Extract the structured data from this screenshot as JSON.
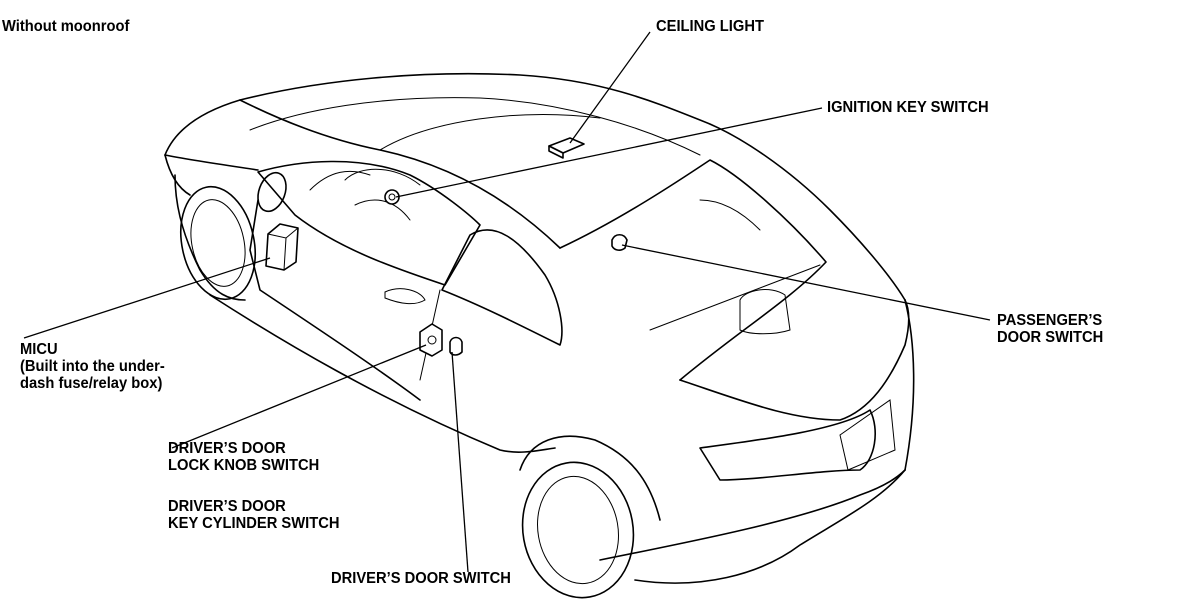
{
  "variant": "Without moonroof",
  "labels": {
    "ceiling_light": "CEILING LIGHT",
    "ignition_key_switch": "IGNITION KEY SWITCH",
    "passengers_door_switch": [
      "PASSENGER’S",
      "DOOR SWITCH"
    ],
    "micu": [
      "MICU",
      "(Built into the under-",
      "dash fuse/relay box)"
    ],
    "drivers_door_lock_knob_switch": [
      "DRIVER’S DOOR",
      "LOCK KNOB SWITCH"
    ],
    "drivers_door_key_cylinder_switch": [
      "DRIVER’S DOOR",
      "KEY CYLINDER SWITCH"
    ],
    "drivers_door_switch": "DRIVER’S DOOR SWITCH"
  }
}
